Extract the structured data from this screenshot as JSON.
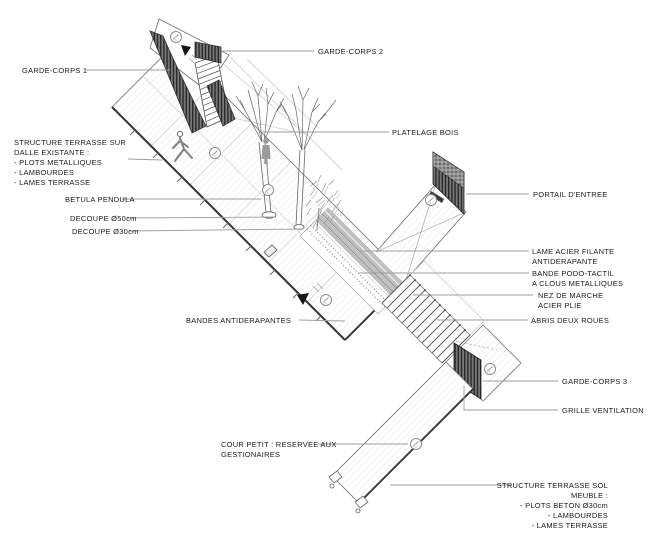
{
  "drawing": {
    "kind": "axonometric landscape architecture diagram",
    "colors": {
      "background": "#ffffff",
      "line": "#555555",
      "thick_edge": "#3d3d3d",
      "dark_panel": "#3c3c3c",
      "leader": "#9e9e9e",
      "text": "#1a1a1a",
      "steel_strip": "#c0c0c0",
      "hatch": "#e2e2e2",
      "silhouette": "#9c9c9c"
    },
    "symbols": {
      "section_marker": "circled section symbol",
      "slope_arrow": "black triangle slope arrow"
    }
  },
  "labels": {
    "garde_corps_1": "GARDE-CORPS 1",
    "garde_corps_2": "GARDE-CORPS 2",
    "platelage_bois": "PLATELAGE BOIS",
    "structure_dalle": {
      "l1": "STRUCTURE TERRASSE SUR",
      "l2": "DALLE EXISTANTE :",
      "l3": "- PLOTS METALLIQUES",
      "l4": "- LAMBOURDES",
      "l5": "- LAMES TERRASSE"
    },
    "betula": "BETULA PENDULA",
    "decoupe_50": "DECOUPE Ø50cm",
    "decoupe_30": "DECOUPE Ø30cm",
    "portail": "PORTAIL D'ENTREE",
    "lame_acier": {
      "l1": "LAME ACIER FILANTE",
      "l2": "ANTIDERAPANTE"
    },
    "bande_podo": {
      "l1": "BANDE PODO-TACTIL",
      "l2": "A CLOUS METALLIQUES"
    },
    "nez_marche": {
      "l1": "NEZ DE MARCHE",
      "l2": "ACIER PLIE"
    },
    "abris": "ABRIS DEUX ROUES",
    "bandes_anti": "BANDES ANTIDERAPANTES",
    "garde_corps_3": "GARDE-CORPS 3",
    "grille": "GRILLE VENTILATION",
    "cour_petit": {
      "l1": "COUR PETIT : RESERVEE AUX",
      "l2": "GESTIONAIRES"
    },
    "structure_sol": {
      "l1": "STRUCTURE TERRASSE SOL",
      "l2": "MEUBLE :",
      "l3": "- PLOTS BETON Ø30cm",
      "l4": "- LAMBOURDES",
      "l5": "- LAMES TERRASSE"
    }
  }
}
